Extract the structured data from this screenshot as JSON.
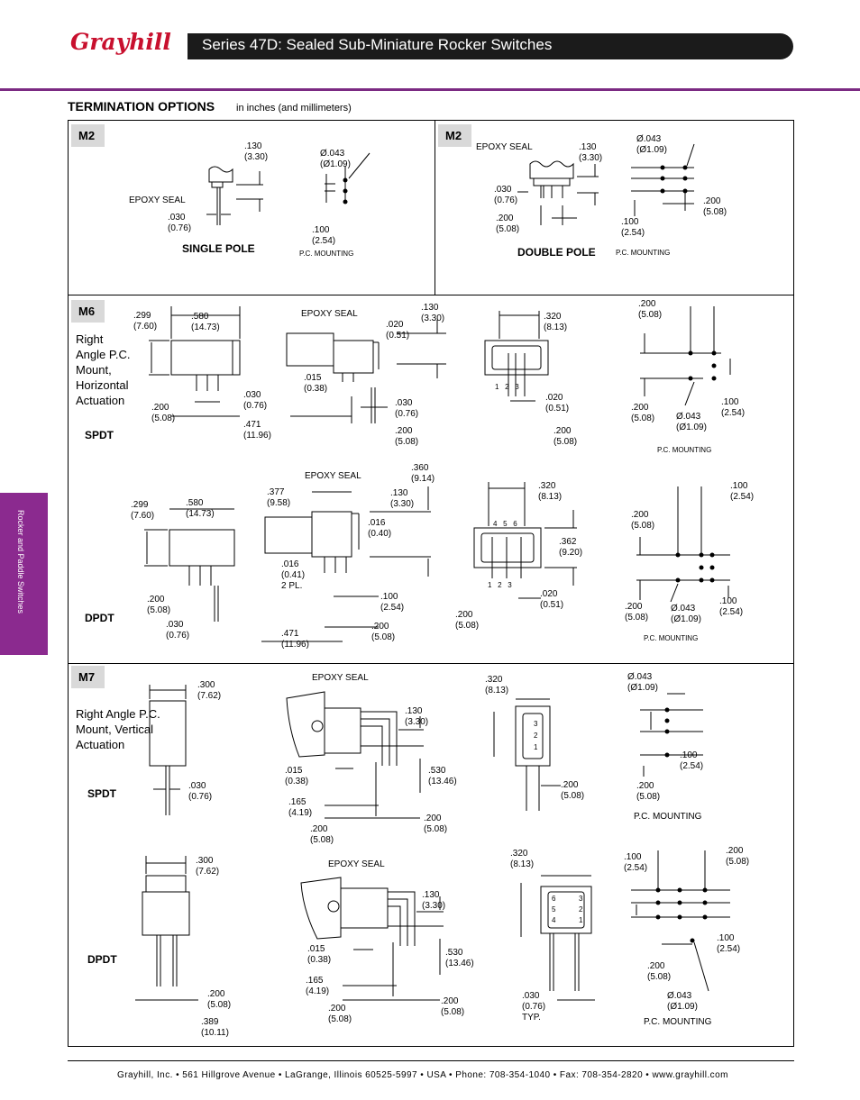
{
  "header": {
    "logo": "Grayhill",
    "title": "Series 47D: Sealed Sub-Miniature Rocker  Switches"
  },
  "section": {
    "title": "TERMINATION OPTIONS",
    "units": "in inches (and millimeters)"
  },
  "side_tab": {
    "label": "Rocker and Paddle Switches"
  },
  "panels": {
    "m2_single": {
      "tag": "M2",
      "caption": "SINGLE POLE",
      "labels": {
        "dim_130": ".130\n(3.30)",
        "dim_043": "Ø.043\n(Ø1.09)",
        "epoxy": "EPOXY SEAL",
        "dim_030": ".030\n(0.76)",
        "dim_100": ".100\n(2.54)",
        "pc": "P.C. MOUNTING"
      }
    },
    "m2_double": {
      "tag": "M2",
      "caption": "DOUBLE POLE",
      "labels": {
        "epoxy": "EPOXY SEAL",
        "dim_130": ".130\n(3.30)",
        "dim_043": "Ø.043\n(Ø1.09)",
        "dim_030": ".030\n(0.76)",
        "dim_200a": ".200\n(5.08)",
        "dim_200b": ".200\n(5.08)",
        "dim_100": ".100\n(2.54)",
        "pc": "P.C. MOUNTING"
      }
    },
    "m6": {
      "tag": "M6",
      "description": "Right\nAngle P.C.\nMount,\nHorizontal\nActuation",
      "spdt": {
        "caption": "SPDT",
        "labels": {
          "d299": ".299\n(7.60)",
          "d580": ".580\n(14.73)",
          "d030": ".030\n(0.76)",
          "d200": ".200\n(5.08)",
          "d471": ".471\n(11.96)",
          "epoxy": "EPOXY SEAL",
          "d020": ".020\n(0.51)",
          "d130": ".130\n(3.30)",
          "d015": ".015\n(0.38)",
          "d030b": ".030\n(0.76)",
          "d200b": ".200\n(5.08)",
          "d320": ".320\n(8.13)",
          "d020b": ".020\n(0.51)",
          "d200c": ".200\n(5.08)",
          "d200d": ".200\n(5.08)",
          "d200e": ".200\n(5.08)",
          "d043": "Ø.043\n(Ø1.09)",
          "d100": ".100\n(2.54)",
          "pc": "P.C. MOUNTING",
          "pins": "1   2   3"
        }
      },
      "dpdt": {
        "caption": "DPDT",
        "labels": {
          "d299": ".299\n(7.60)",
          "d580": ".580\n(14.73)",
          "d200": ".200\n(5.08)",
          "d030": ".030\n(0.76)",
          "d377": ".377\n(9.58)",
          "epoxy": "EPOXY SEAL",
          "d360": ".360\n(9.14)",
          "d130": ".130\n(3.30)",
          "d016": ".016\n(0.40)",
          "d016b": ".016\n(0.41)\n2 PL.",
          "d100": ".100\n(2.54)",
          "d471": ".471\n(11.96)",
          "d200b": ".200\n(5.08)",
          "d320": ".320\n(8.13)",
          "d362": ".362\n(9.20)",
          "d020": ".020\n(0.51)",
          "d200c": ".200\n(5.08)",
          "d100b": ".100\n(2.54)",
          "d200d": ".200\n(5.08)",
          "d200e": ".200\n(5.08)",
          "d043": "Ø.043\n(Ø1.09)",
          "d100c": ".100\n(2.54)",
          "pc": "P.C. MOUNTING",
          "pins_top": "4   5   6",
          "pins_bot": "1   2   3"
        }
      }
    },
    "m7": {
      "tag": "M7",
      "description": "Right Angle P.C.\nMount, Vertical\nActuation",
      "spdt": {
        "caption": "SPDT",
        "labels": {
          "d300": ".300\n(7.62)",
          "d030": ".030\n(0.76)",
          "epoxy": "EPOXY SEAL",
          "d130": ".130\n(3.30)",
          "d015": ".015\n(0.38)",
          "d530": ".530\n(13.46)",
          "d165": ".165\n(4.19)",
          "d200": ".200\n(5.08)",
          "d200b": ".200\n(5.08)",
          "d320": ".320\n(8.13)",
          "d200c": ".200\n(5.08)",
          "d043": "Ø.043\n(Ø1.09)",
          "d100": ".100\n(2.54)",
          "d200d": ".200\n(5.08)",
          "pc": "P.C. MOUNTING",
          "p3": "3",
          "p2": "2",
          "p1": "1"
        }
      },
      "dpdt": {
        "caption": "DPDT",
        "labels": {
          "d300": ".300\n(7.62)",
          "d200": ".200\n(5.08)",
          "d389": ".389\n(10.11)",
          "epoxy": "EPOXY SEAL",
          "d130": ".130\n(3.30)",
          "d015": ".015\n(0.38)",
          "d530": ".530\n(13.46)",
          "d165": ".165\n(4.19)",
          "d200b": ".200\n(5.08)",
          "d200c": ".200\n(5.08)",
          "d320": ".320\n(8.13)",
          "d030": ".030\n(0.76)\nTYP.",
          "d100": ".100\n(2.54)",
          "d200d": ".200\n(5.08)",
          "d100b": ".100\n(2.54)",
          "d200e": ".200\n(5.08)",
          "d043": "Ø.043\n(Ø1.09)",
          "pc": "P.C. MOUNTING",
          "p6": "6",
          "p5": "5",
          "p4": "4",
          "p3": "3",
          "p2": "2",
          "p1": "1"
        }
      }
    }
  },
  "footer": {
    "text": "Grayhill, Inc. • 561 Hillgrove Avenue • LaGrange, Illinois 60525-5997 • USA • Phone: 708-354-1040 • Fax: 708-354-2820 • www.grayhill.com"
  },
  "colors": {
    "brand_purple": "#8b2a8f",
    "header_dark": "#1b1b1b",
    "logo_red": "#c8102e",
    "tag_grey": "#d9d9d9"
  }
}
